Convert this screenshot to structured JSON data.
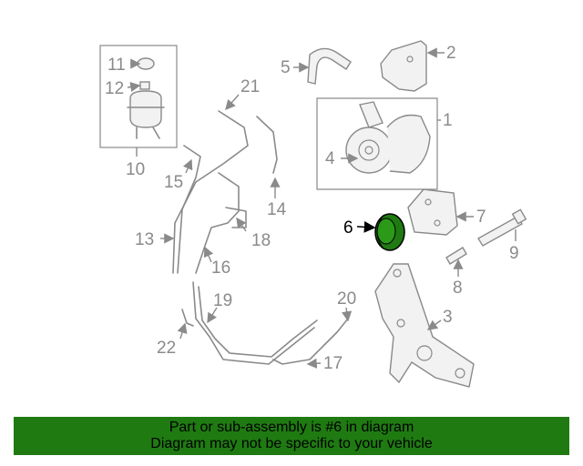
{
  "callouts": {
    "c1": "1",
    "c2": "2",
    "c3": "3",
    "c4": "4",
    "c5": "5",
    "c6": "6",
    "c7": "7",
    "c8": "8",
    "c9": "9",
    "c10": "10",
    "c11": "11",
    "c12": "12",
    "c13": "13",
    "c14": "14",
    "c15": "15",
    "c16": "16",
    "c17": "17",
    "c18": "18",
    "c19": "19",
    "c20": "20",
    "c21": "21",
    "c22": "22"
  },
  "highlight_color": "#1f7a12",
  "banner": {
    "line1": "Part or sub-assembly is #6 in diagram",
    "line2": "Diagram may not be specific to your vehicle"
  }
}
